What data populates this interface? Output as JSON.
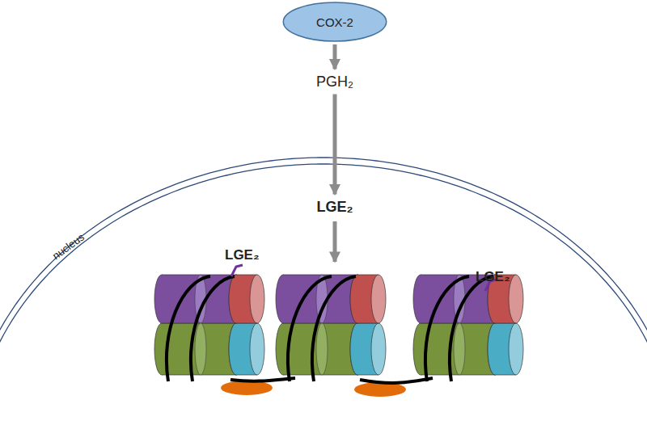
{
  "diagram": {
    "nodes": [
      {
        "text": [
          "COX-2"
        ]
      },
      {
        "text": [
          "PGH₂"
        ]
      },
      {
        "text": [
          "LGE₂"
        ]
      }
    ],
    "edges": [
      {
        "from": 0,
        "to": 1,
        "arrow": "to"
      },
      {
        "from": 1,
        "to": 2,
        "arrow": "to"
      }
    ],
    "labels": [
      "nucleus",
      "LGE₂",
      "LGE₂"
    ]
  }
}
